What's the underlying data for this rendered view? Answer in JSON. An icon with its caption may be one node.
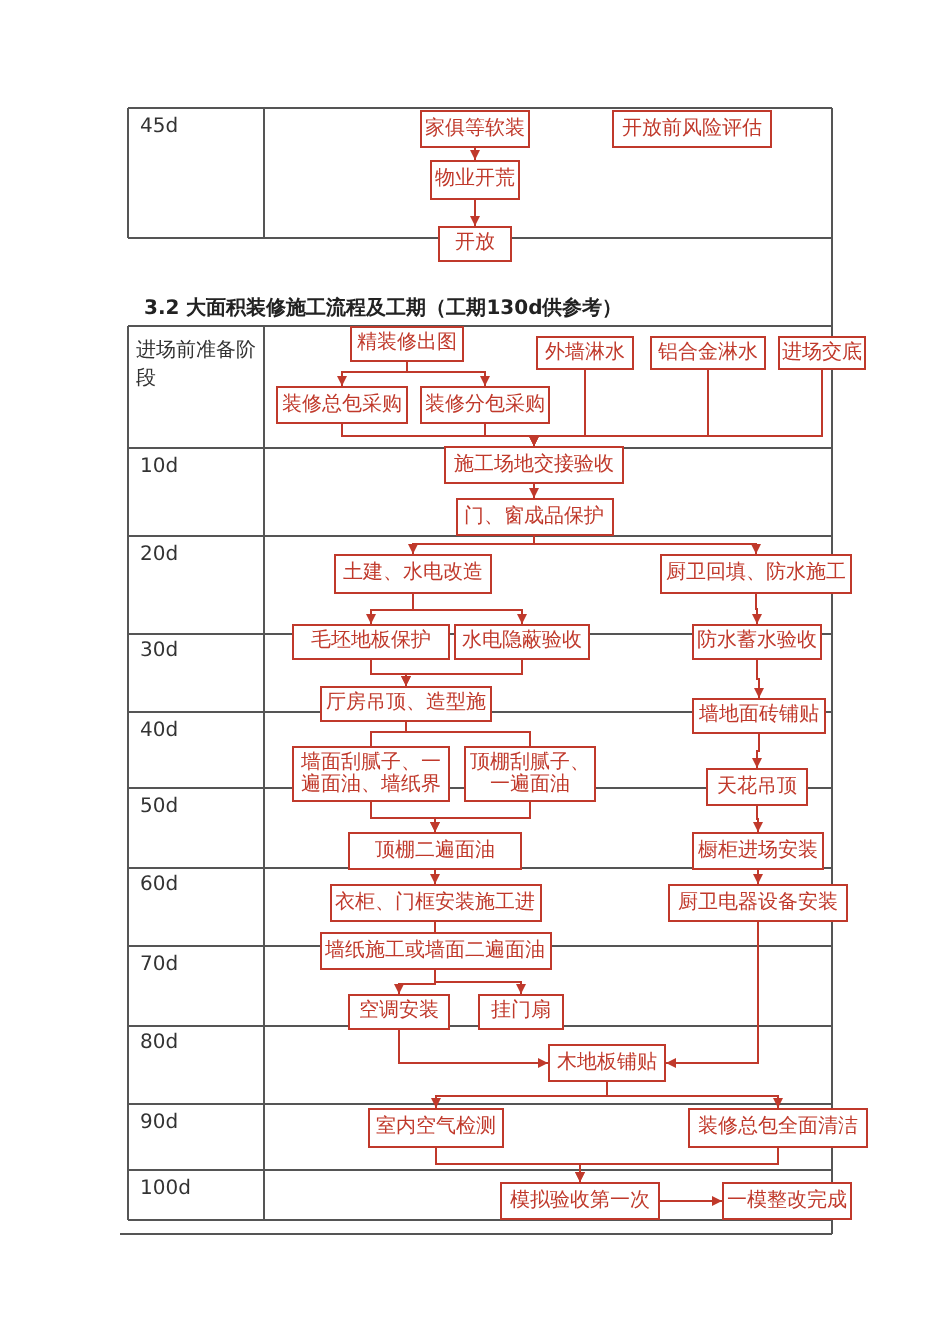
{
  "diagram": {
    "nodes": [
      {
        "text": [
          "家俱等软装"
        ]
      },
      {
        "text": [
          "开放前风险评估"
        ]
      },
      {
        "text": [
          "物业开荒"
        ]
      },
      {
        "text": [
          "开放"
        ]
      },
      {
        "text": [
          "精装修出图"
        ]
      },
      {
        "text": [
          "外墙淋水"
        ]
      },
      {
        "text": [
          "铝合金淋水"
        ]
      },
      {
        "text": [
          "进场交底"
        ]
      },
      {
        "text": [
          "装修总包采购"
        ]
      },
      {
        "text": [
          "装修分包采购"
        ]
      },
      {
        "text": [
          "施工场地交接验收"
        ]
      },
      {
        "text": [
          "门、窗成品保护"
        ]
      },
      {
        "text": [
          "土建、水电改造"
        ]
      },
      {
        "text": [
          "厨卫回填、防水施工"
        ]
      },
      {
        "text": [
          "毛坯地板保护"
        ]
      },
      {
        "text": [
          "水电隐蔽验收"
        ]
      },
      {
        "text": [
          "防水蓄水验收"
        ]
      },
      {
        "text": [
          "厅房吊顶、造型施"
        ]
      },
      {
        "text": [
          "墙地面砖铺贴"
        ]
      },
      {
        "text": [
          "墙面刮腻子、一遍面油、墙纸界"
        ]
      },
      {
        "text": [
          "顶棚刮腻子、一遍面油"
        ]
      },
      {
        "text": [
          "天花吊顶"
        ]
      },
      {
        "text": [
          "顶棚二遍面油"
        ]
      },
      {
        "text": [
          "橱柜进场安装"
        ]
      },
      {
        "text": [
          "衣柜、门框安装施工进"
        ]
      },
      {
        "text": [
          "厨卫电器设备安装"
        ]
      },
      {
        "text": [
          "墙纸施工或墙面二遍面油"
        ]
      },
      {
        "text": [
          "空调安装"
        ]
      },
      {
        "text": [
          "挂门扇"
        ]
      },
      {
        "text": [
          "木地板铺贴"
        ]
      },
      {
        "text": [
          "室内空气检测"
        ]
      },
      {
        "text": [
          "装修总包全面清洁"
        ]
      },
      {
        "text": [
          "模拟验收第一次"
        ]
      },
      {
        "text": [
          "一模整改完成"
        ]
      }
    ],
    "edges": [
      {
        "from": 0,
        "to": 2,
        "arrow": "to"
      },
      {
        "from": 2,
        "to": 3,
        "arrow": "to"
      },
      {
        "from": 4,
        "to": 8,
        "arrow": "to"
      },
      {
        "from": 4,
        "to": 9,
        "arrow": "to"
      },
      {
        "from": 8,
        "to": 10,
        "arrow": "to"
      },
      {
        "from": 9,
        "to": 10,
        "arrow": "to"
      },
      {
        "from": 5,
        "to": 10,
        "arrow": "to"
      },
      {
        "from": 6,
        "to": 10,
        "arrow": "to"
      },
      {
        "from": 7,
        "to": 10,
        "arrow": "to"
      },
      {
        "from": 10,
        "to": 11,
        "arrow": "to"
      },
      {
        "from": 11,
        "to": 12,
        "arrow": "to"
      },
      {
        "from": 11,
        "to": 13,
        "arrow": "to"
      },
      {
        "from": 12,
        "to": 14,
        "arrow": "to"
      },
      {
        "from": 12,
        "to": 15,
        "arrow": "to"
      },
      {
        "from": 13,
        "to": 16,
        "arrow": "to"
      },
      {
        "from": 14,
        "to": 17,
        "arrow": "to"
      },
      {
        "from": 15,
        "to": 17,
        "arrow": "to"
      },
      {
        "from": 16,
        "to": 18,
        "arrow": "to"
      },
      {
        "from": 17,
        "to": 19,
        "arrow": "none"
      },
      {
        "from": 17,
        "to": 20,
        "arrow": "none"
      },
      {
        "from": 18,
        "to": 21,
        "arrow": "to"
      },
      {
        "from": 19,
        "to": 22,
        "arrow": "to"
      },
      {
        "from": 20,
        "to": 22,
        "arrow": "to"
      },
      {
        "from": 21,
        "to": 23,
        "arrow": "to"
      },
      {
        "from": 22,
        "to": 24,
        "arrow": "to"
      },
      {
        "from": 23,
        "to": 25,
        "arrow": "to"
      },
      {
        "from": 24,
        "to": 26,
        "arrow": "to"
      },
      {
        "from": 26,
        "to": 27,
        "arrow": "to"
      },
      {
        "from": 26,
        "to": 28,
        "arrow": "to"
      },
      {
        "from": 27,
        "to": 29,
        "arrow": "to"
      },
      {
        "from": 25,
        "to": 29,
        "arrow": "to"
      },
      {
        "from": 29,
        "to": 30,
        "arrow": "to"
      },
      {
        "from": 29,
        "to": 31,
        "arrow": "to"
      },
      {
        "from": 30,
        "to": 32,
        "arrow": "to"
      },
      {
        "from": 31,
        "to": 32,
        "arrow": "to"
      },
      {
        "from": 32,
        "to": 33,
        "arrow": "to"
      }
    ],
    "labels": [
      "45d",
      "3.2 大面积装修施工流程及工期（工期130d供参考）",
      "进场前准备阶段",
      "10d",
      "20d",
      "30d",
      "40d",
      "50d",
      "60d",
      "70d",
      "80d",
      "90d",
      "100d"
    ]
  }
}
